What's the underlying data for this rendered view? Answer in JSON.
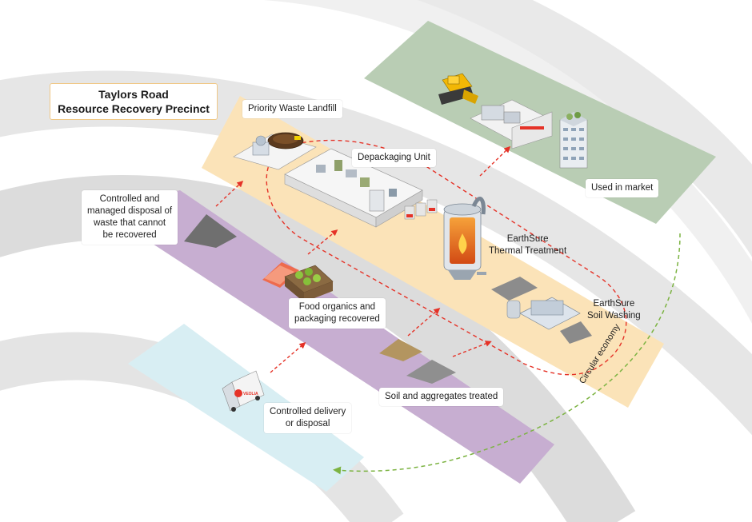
{
  "title": {
    "line1": "Taylors Road",
    "line2": "Resource Recovery Precinct"
  },
  "labels": {
    "landfill": "Priority Waste Landfill",
    "depackaging": "Depackaging Unit",
    "used_in_market": "Used in market",
    "thermal_line1": "EarthSure",
    "thermal_line2": "Thermal Treatment",
    "soil_washing_line1": "EarthSure",
    "soil_washing_line2": "Soil Washing",
    "controlled_line1": "Controlled and",
    "controlled_line2": "managed disposal of",
    "controlled_line3": "waste that cannot",
    "controlled_line4": "be recovered",
    "food_line1": "Food organics and",
    "food_line2": "packaging recovered",
    "soil_treated": "Soil and aggregates treated",
    "delivery_line1": "Controlled delivery",
    "delivery_line2": "or disposal",
    "circular": "Circular economy"
  },
  "truck_brand": "VEOLIA",
  "colors": {
    "orange_zone": "#fbe3b8",
    "purple_zone": "#c7aed1",
    "green_zone": "#b9cdb4",
    "blue_zone": "#d8eef3",
    "red_arrow": "#e53227",
    "green_arrow": "#7cb342",
    "grey_arc": "#d9d9d9"
  }
}
